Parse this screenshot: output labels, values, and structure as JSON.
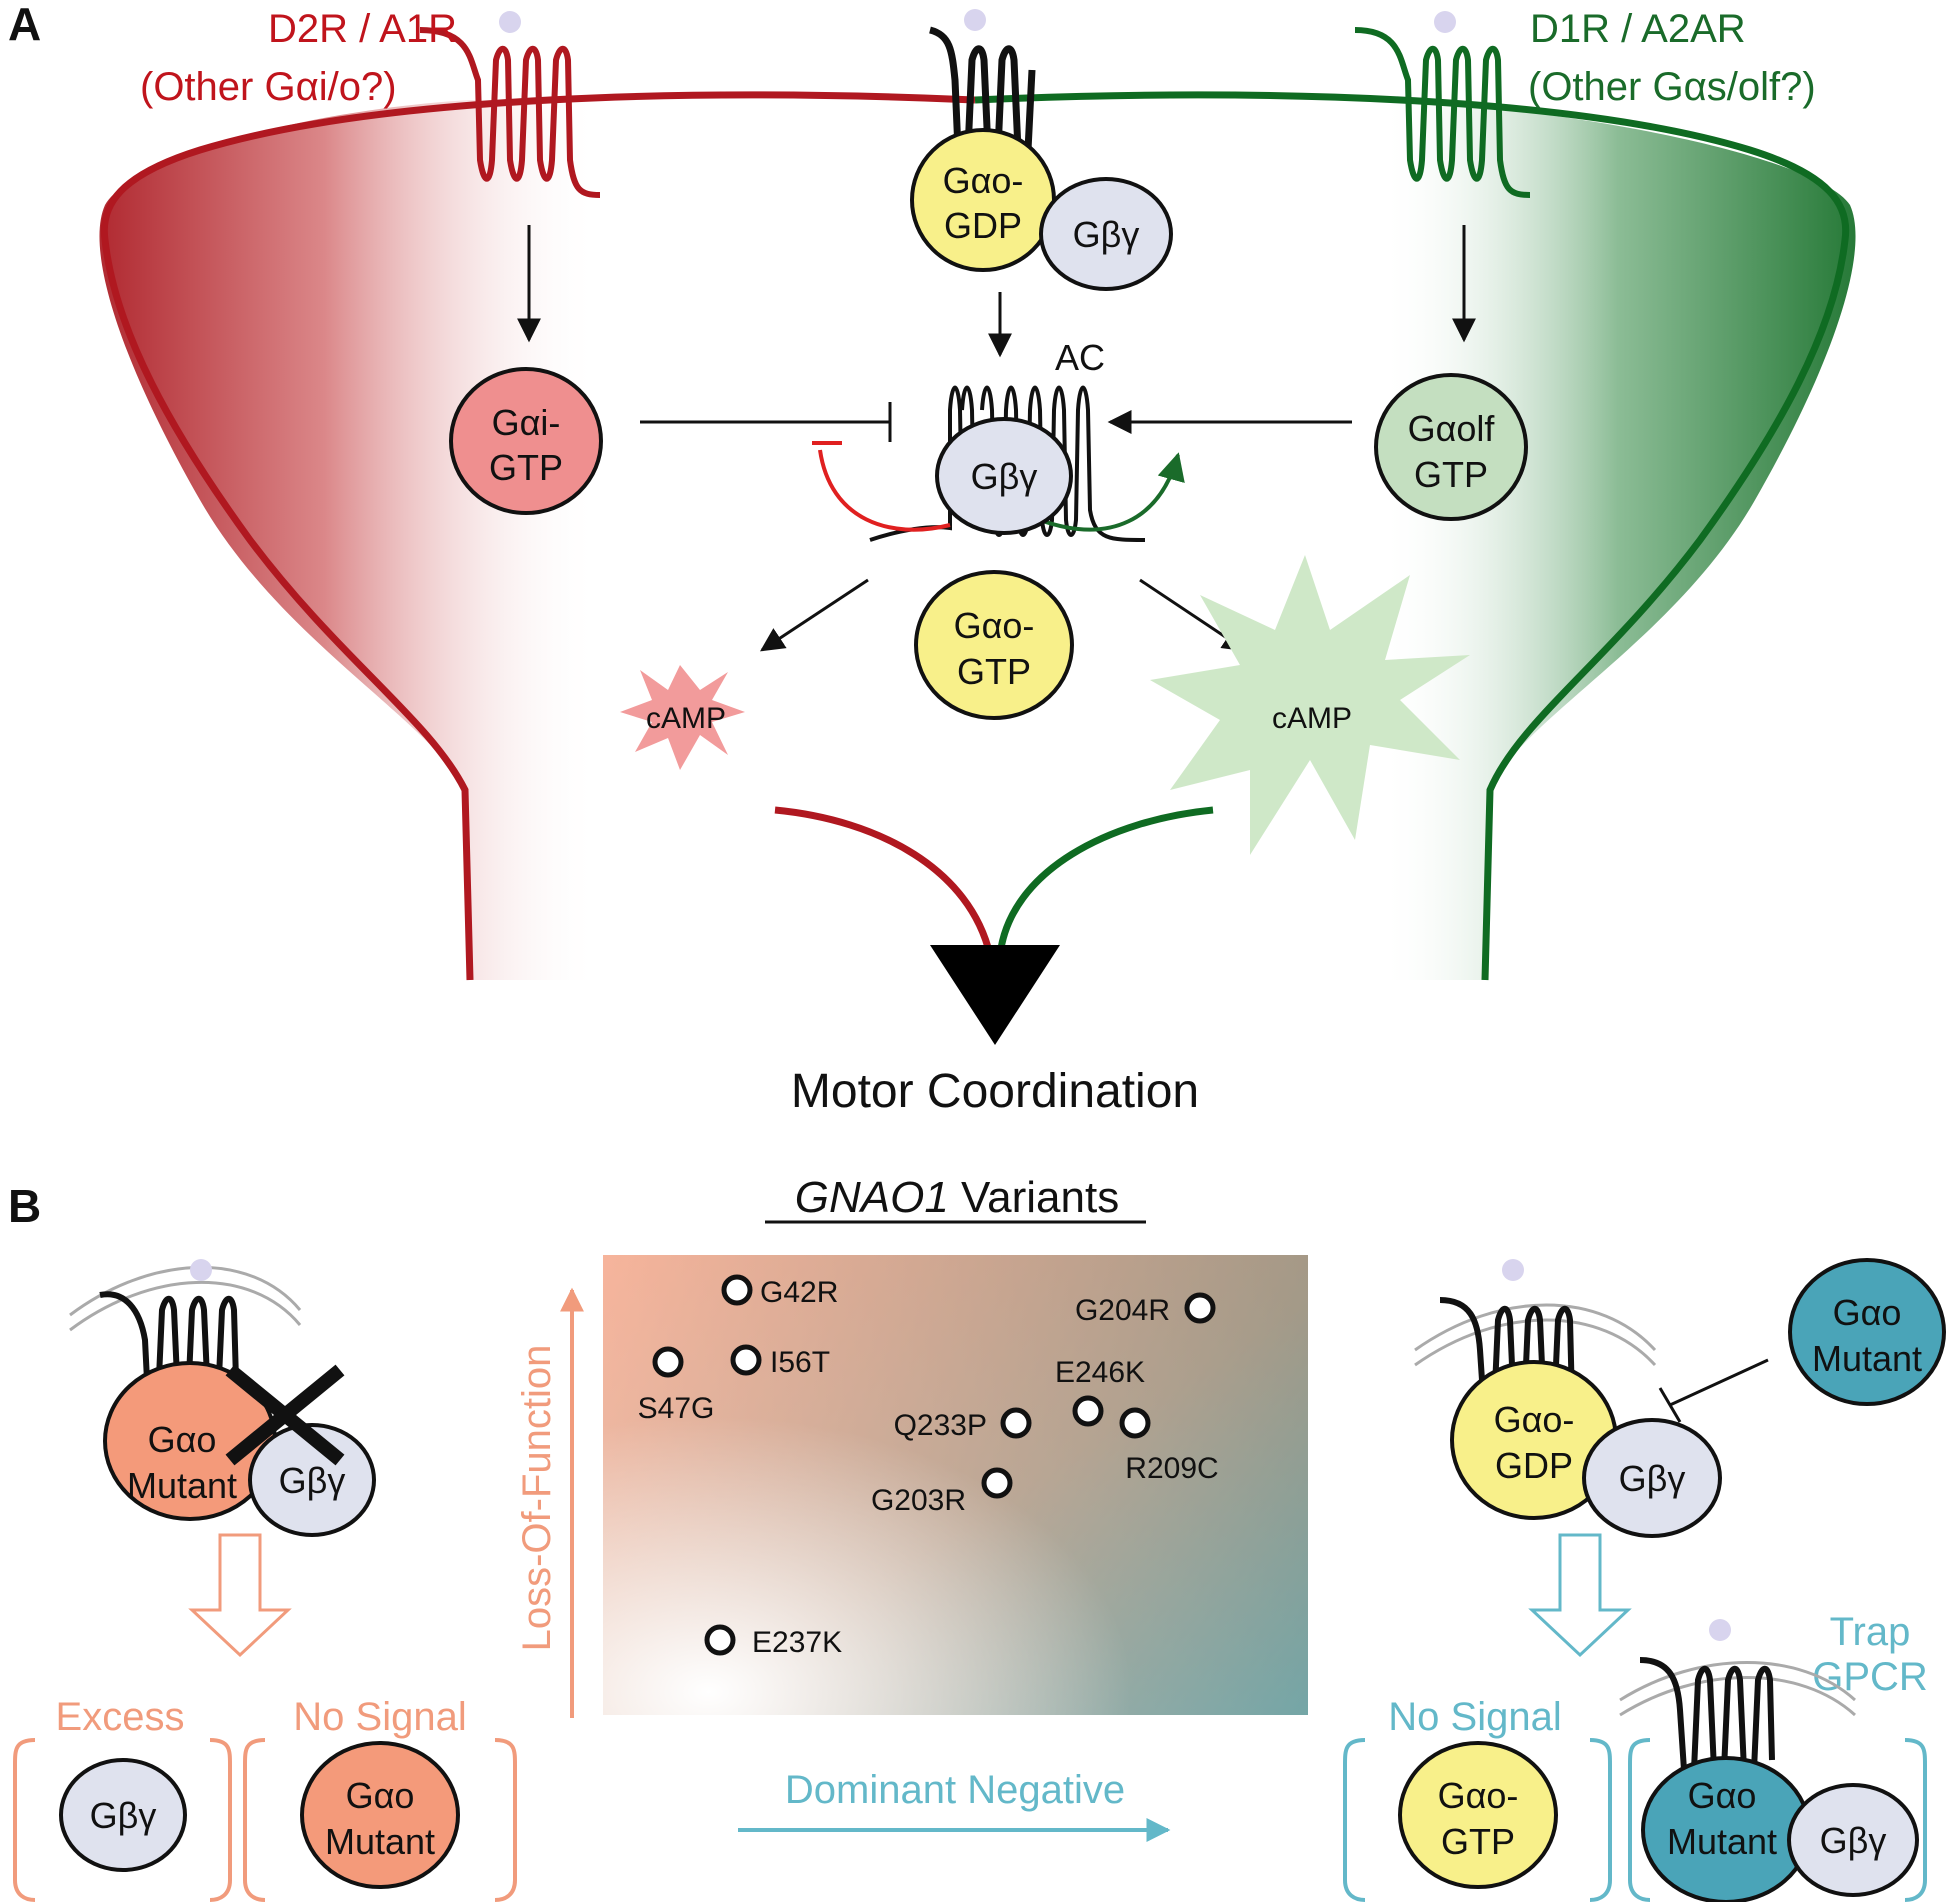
{
  "panel_a": {
    "letter": "A",
    "left_receptor": {
      "line1": "D2R / A1R",
      "line2": "(Other Gαi/o?)"
    },
    "right_receptor": {
      "line1": "D1R / A2AR",
      "line2": "(Other Gαs/olf?)"
    },
    "center_galpha_gdp": {
      "line1": "Gαo-",
      "line2": "GDP"
    },
    "gbg": "Gβγ",
    "gai_gtp": {
      "line1": "Gαi-",
      "line2": "GTP"
    },
    "gaolf_gtp": {
      "line1": "Gαolf",
      "line2": "GTP"
    },
    "ac": "AC",
    "gao_gtp": {
      "line1": "Gαo-",
      "line2": "GTP"
    },
    "camp_left": "cAMP",
    "camp_right": "cAMP",
    "outcome": "Motor Coordination",
    "colors": {
      "inhibitory": "#c0141c",
      "stimulatory": "#1a6b2a",
      "gao_fill": "#f8f08a",
      "gbg_fill": "#dfe2ee",
      "gai_fill": "#ef8f8f",
      "gaolf_fill": "#c4dfc0"
    }
  },
  "panel_b": {
    "letter": "B",
    "title_italic": "GNAO1",
    "title_rest": " Variants",
    "left": {
      "mutant": {
        "line1": "Gαo",
        "line2": "Mutant"
      },
      "gbg": "Gβγ",
      "excess_label": "Excess",
      "excess_gbg": "Gβγ",
      "nosignal_label": "No Signal",
      "nosignal_mutant": {
        "line1": "Gαo",
        "line2": "Mutant"
      }
    },
    "plot": {
      "y_axis_label": "Loss-Of-Function",
      "x_axis_label": "Dominant Negative",
      "variants": [
        {
          "name": "G42R"
        },
        {
          "name": "S47G"
        },
        {
          "name": "I56T"
        },
        {
          "name": "G204R"
        },
        {
          "name": "E246K"
        },
        {
          "name": "Q233P"
        },
        {
          "name": "R209C"
        },
        {
          "name": "G203R"
        },
        {
          "name": "E237K"
        }
      ],
      "colors": {
        "loss_of_function": "#f19b7c",
        "dominant_negative": "#63b8c9"
      }
    },
    "right": {
      "mutant_free": {
        "line1": "Gαo",
        "line2": "Mutant"
      },
      "gdp": {
        "line1": "Gαo-",
        "line2": "GDP"
      },
      "gbg": "Gβγ",
      "nosignal_label": "No Signal",
      "gtp": {
        "line1": "Gαo-",
        "line2": "GTP"
      },
      "trap": {
        "line1": "Trap",
        "line2": "GPCR"
      },
      "trapped_mutant": {
        "line1": "Gαo",
        "line2": "Mutant"
      },
      "trapped_gbg": "Gβγ"
    }
  }
}
